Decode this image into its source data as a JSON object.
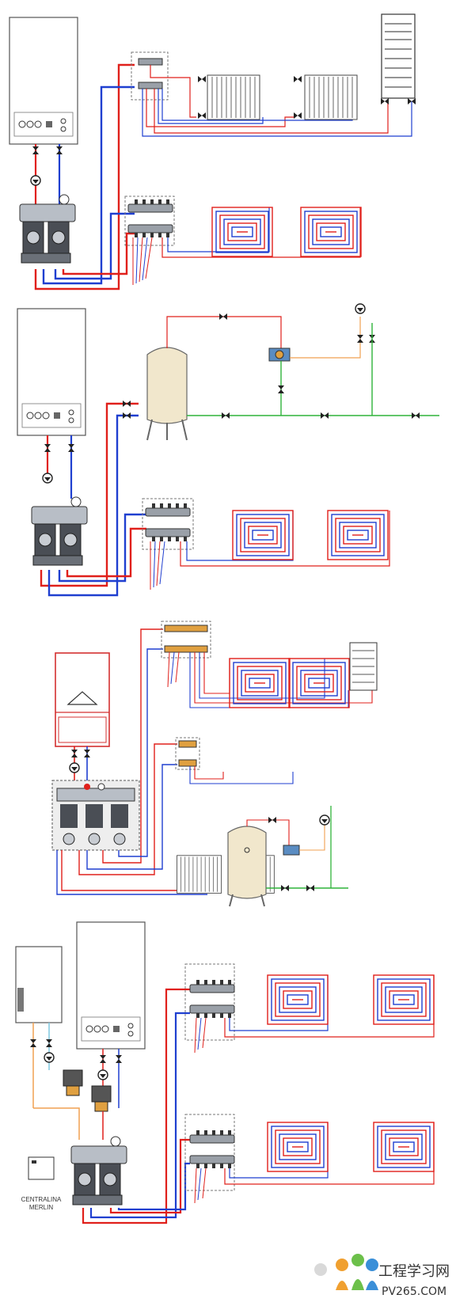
{
  "colors": {
    "hot": "#e0201b",
    "cold": "#1f3fd0",
    "green": "#2fb33a",
    "orange": "#f0a050",
    "lightblue": "#7fc8e0",
    "tank": "#f1e7cc",
    "frame": "#555555"
  },
  "labels": {
    "controller_line1": "CENTRALINA",
    "controller_line2": "MERLIN",
    "watermark_cn": "工程学习网",
    "watermark_url": "PV265.COM"
  }
}
